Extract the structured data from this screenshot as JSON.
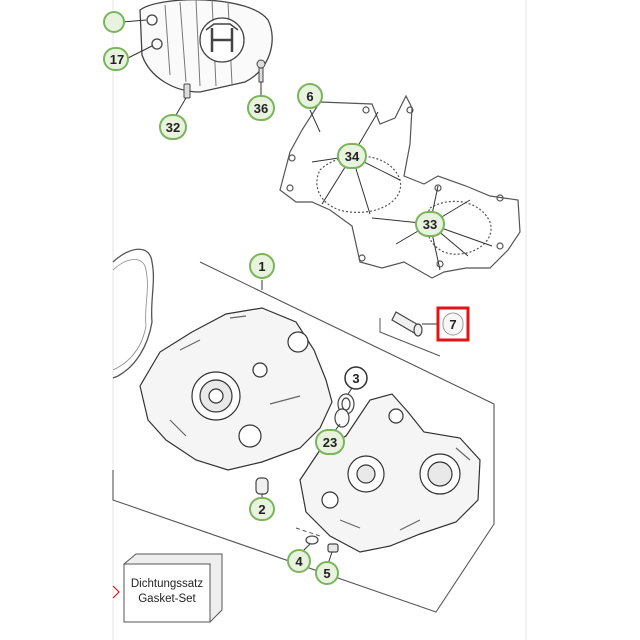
{
  "diagram": {
    "callouts": [
      {
        "id": "c1",
        "label": "1"
      },
      {
        "id": "c2",
        "label": "2"
      },
      {
        "id": "c3",
        "label": "3"
      },
      {
        "id": "c4",
        "label": "4"
      },
      {
        "id": "c5",
        "label": "5"
      },
      {
        "id": "c6",
        "label": "6"
      },
      {
        "id": "c7",
        "label": "7"
      },
      {
        "id": "c17",
        "label": "17"
      },
      {
        "id": "c23",
        "label": "23"
      },
      {
        "id": "c32",
        "label": "32"
      },
      {
        "id": "c33",
        "label": "33"
      },
      {
        "id": "c34",
        "label": "34"
      },
      {
        "id": "c36",
        "label": "36"
      }
    ],
    "gasket_box": {
      "line1": "Dichtungssatz",
      "line2": "Gasket-Set"
    },
    "colors": {
      "callout_fill": "#e8f3df",
      "callout_stroke": "#7ab55c",
      "highlight": "#e01414",
      "line": "#333333"
    }
  }
}
